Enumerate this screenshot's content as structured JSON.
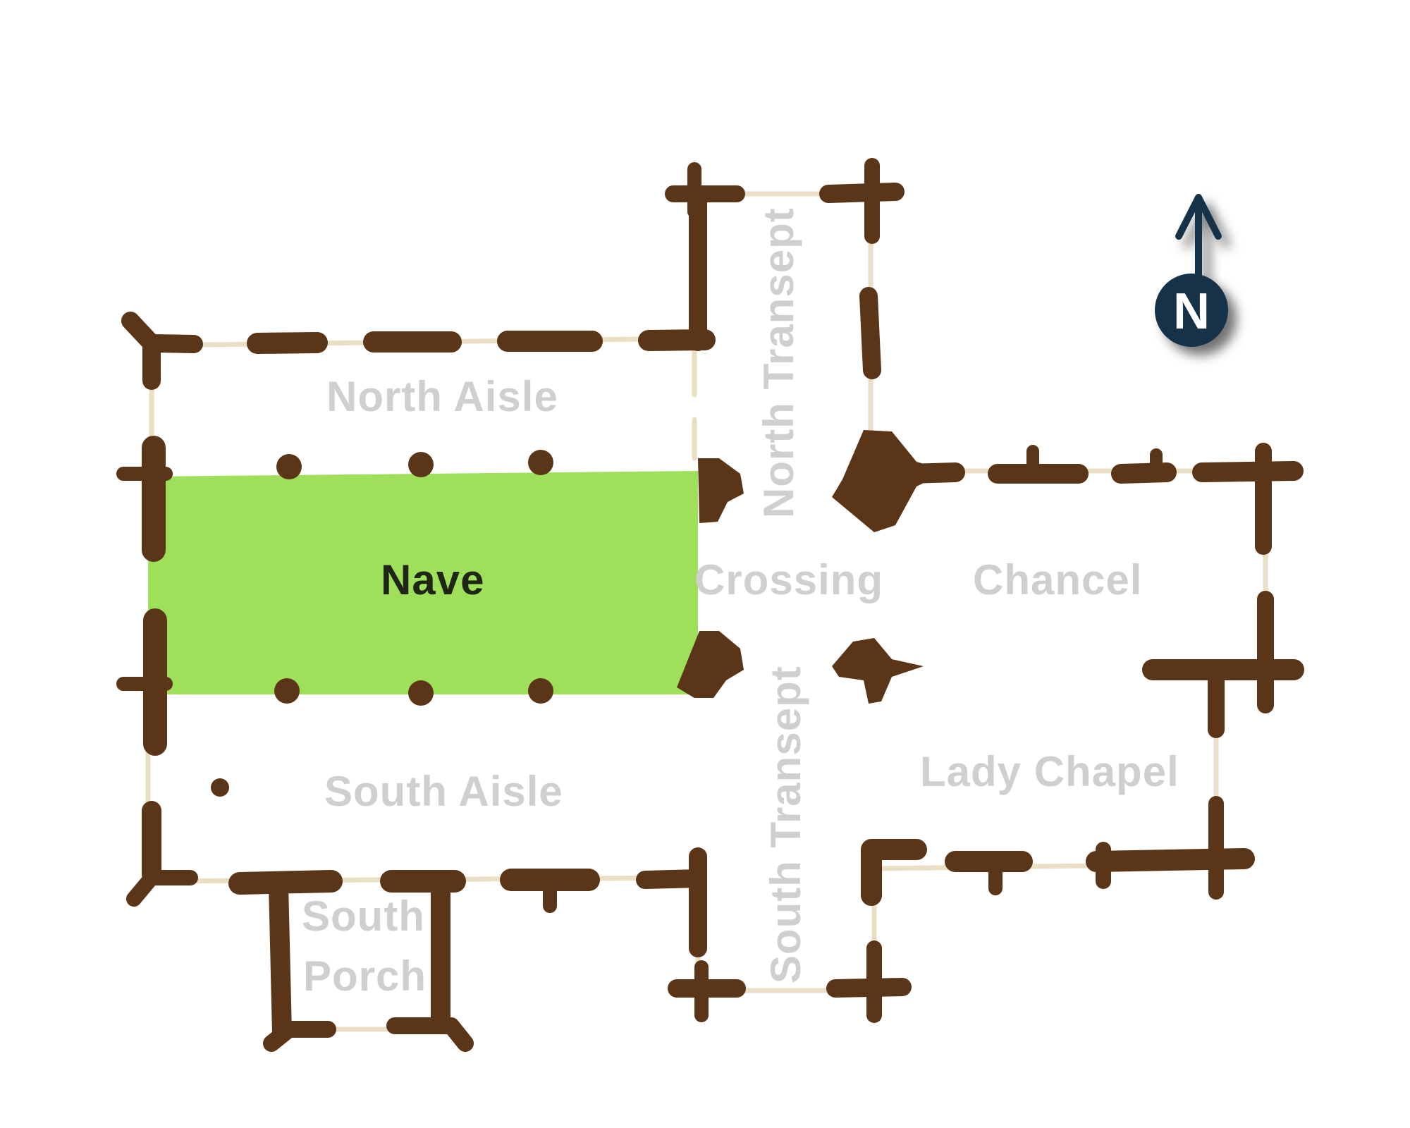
{
  "plan": {
    "areas": [
      {
        "id": "north-aisle",
        "label": "North Aisle",
        "highlighted": false
      },
      {
        "id": "nave",
        "label": "Nave",
        "highlighted": true
      },
      {
        "id": "crossing",
        "label": "Crossing",
        "highlighted": false
      },
      {
        "id": "chancel",
        "label": "Chancel",
        "highlighted": false
      },
      {
        "id": "south-aisle",
        "label": "South Aisle",
        "highlighted": false
      },
      {
        "id": "north-transept",
        "label": "North Transept",
        "highlighted": false
      },
      {
        "id": "south-transept",
        "label": "South Transept",
        "highlighted": false
      },
      {
        "id": "lady-chapel",
        "label": "Lady Chapel",
        "highlighted": false
      },
      {
        "id": "south-porch",
        "label_line1": "South",
        "label_line2": "Porch",
        "highlighted": false
      }
    ]
  },
  "compass": {
    "letter": "N",
    "icon": "north-arrow-icon"
  },
  "colors": {
    "highlight": "#9ee05a",
    "wall": "#5a3517",
    "window": "#eadfc4",
    "label": "#cfcfcf",
    "compass": "#16324a"
  }
}
